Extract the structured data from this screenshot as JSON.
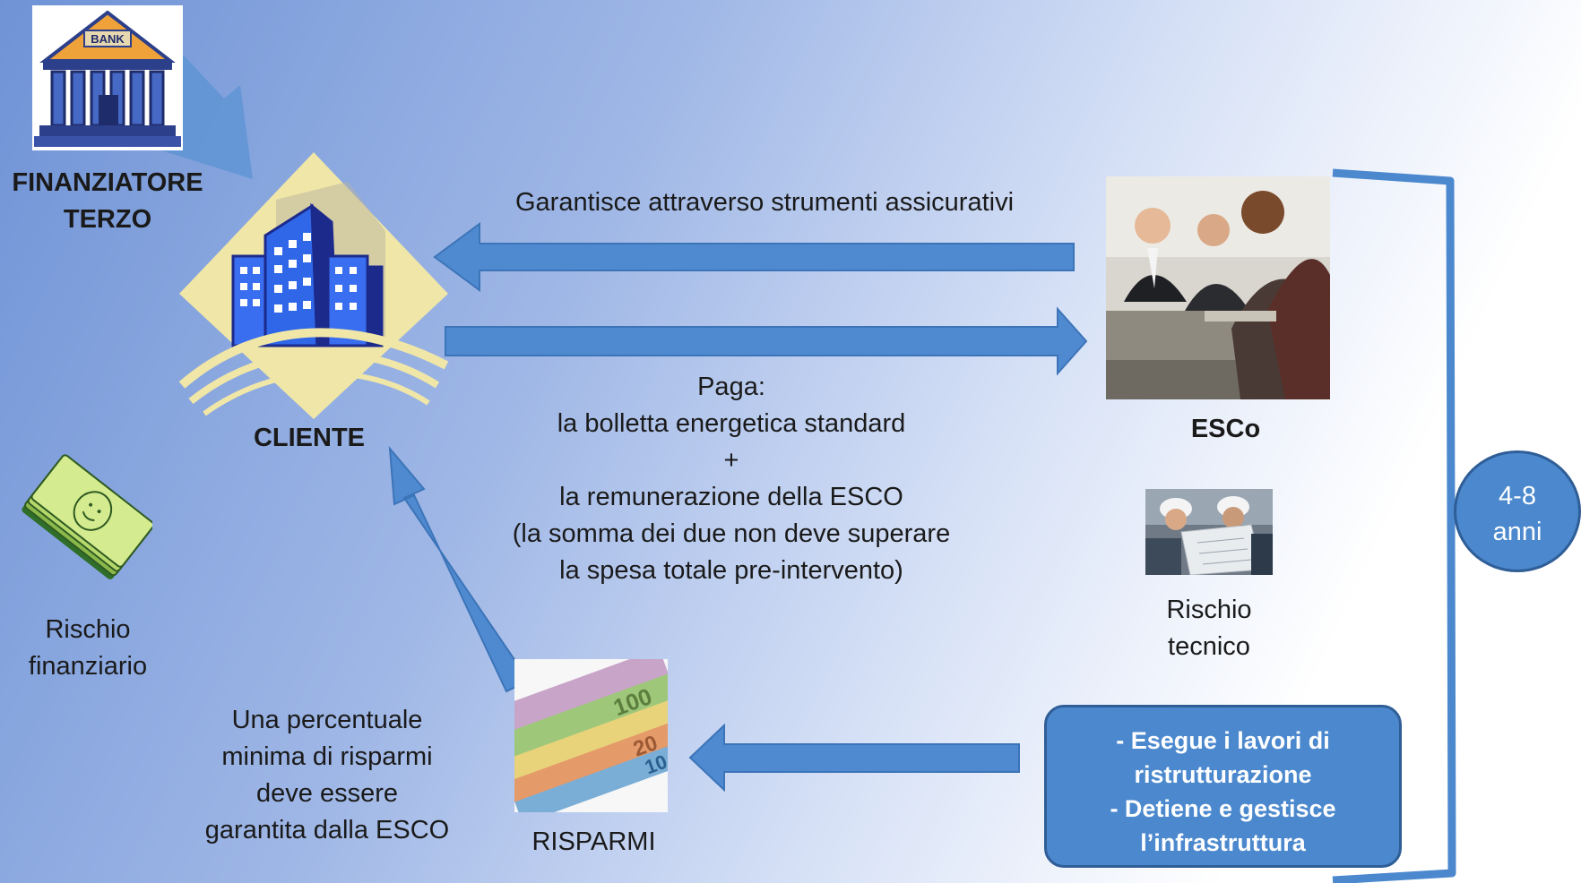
{
  "labels": {
    "finanziatore_line1": "FINANZIATORE",
    "finanziatore_line2": "TERZO",
    "cliente": "CLIENTE",
    "esco": "ESCo",
    "risparmi": "RISPARMI",
    "rischio_finanziario_line1": "Rischio",
    "rischio_finanziario_line2": "finanziario",
    "rischio_tecnico_line1": "Rischio",
    "rischio_tecnico_line2": "tecnico"
  },
  "arrows": {
    "garantisce": "Garantisce attraverso strumenti assicurativi",
    "paga_lines": [
      "Paga:",
      "la bolletta energetica standard",
      "+",
      "la remunerazione della ESCO",
      "(la somma dei due non deve superare",
      "la spesa totale pre-intervento)"
    ],
    "risparmi_lines": [
      "Una percentuale",
      "minima di risparmi",
      "deve essere",
      "garantita dalla ESCO"
    ]
  },
  "esco_box": {
    "lines": [
      "- Esegue i lavori di",
      "ristrutturazione",
      "- Detiene e gestisce",
      "l’infrastruttura"
    ]
  },
  "duration": {
    "line1": "4-8",
    "line2": "anni"
  },
  "bank_sign": "BANK",
  "colors": {
    "arrow": "#4f8ad0",
    "box": "#4b88cd",
    "box_border": "#2f5e97"
  },
  "icons": [
    "bank-icon",
    "building-icon",
    "money-stack-icon",
    "meeting-photo",
    "engineers-photo",
    "euro-banknotes-photo"
  ]
}
